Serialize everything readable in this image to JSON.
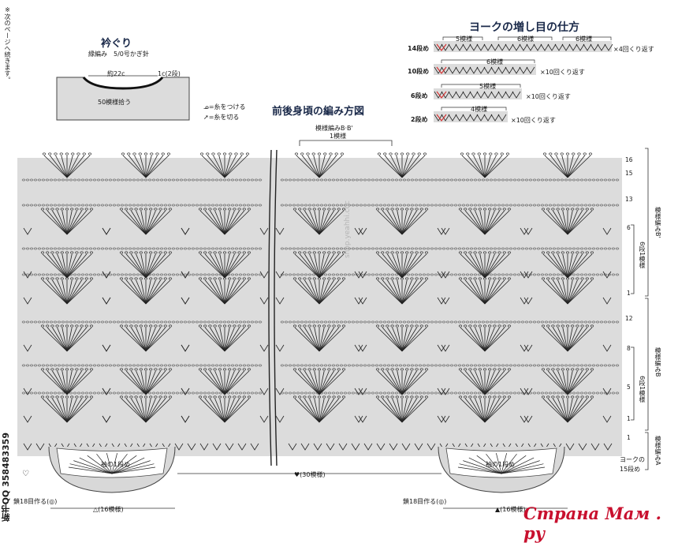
{
  "side_note": "※次のページへ続きます。",
  "neck": {
    "title": "衿ぐり",
    "subtitle": "縁編み　5/0号かぎ針",
    "width_label": "約22c",
    "rows_label": "1c(2段)",
    "pickup_label": "50模様拾う"
  },
  "legend": {
    "attach": "=糸をつける",
    "cut": "=糸を切る"
  },
  "main_title": "前後身頃の編み方図",
  "pattern_bb": {
    "label": "模様編みB·B'",
    "repeat": "1模様"
  },
  "yoke": {
    "title": "ヨークの増し目の仕方",
    "rows": [
      {
        "row": "14段め",
        "groups": [
          "5模様",
          "6模様",
          "6模様"
        ],
        "repeat": "×4回くり返す"
      },
      {
        "row": "10段め",
        "groups": [
          "6模様"
        ],
        "repeat": "×10回くり返す"
      },
      {
        "row": "6段め",
        "groups": [
          "5模様"
        ],
        "repeat": "×10回くり返す"
      },
      {
        "row": "2段め",
        "groups": [
          "4模様"
        ],
        "repeat": "×10回くり返す"
      }
    ]
  },
  "right_labels": {
    "pattern_b2": "模様編みB'",
    "pattern_b": "模様編みB",
    "pattern_a": "模様編みA",
    "six_rows_a": "6段1模様",
    "six_rows_b": "6段1模様",
    "yoke_row": "ヨークの",
    "yoke_row2": "15段め"
  },
  "row_numbers": [
    "16",
    "15",
    "13",
    "6",
    "1",
    "12",
    "8",
    "5",
    "1",
    "1"
  ],
  "sleeve_label": "袖の1段め",
  "bottom": {
    "heart_count": "♥(30模様)",
    "triangle_count": "△(16模様)",
    "filled_triangle_count": "▲(16模様)",
    "chain_left": "鎖18目作る(◎)",
    "chain_right": "鎖18目作る(◎)"
  },
  "side_id": "新书QQ 358483359",
  "watermark": "Страна Мам . ру",
  "site_watermark": "shop.yeahhi.coc"
}
